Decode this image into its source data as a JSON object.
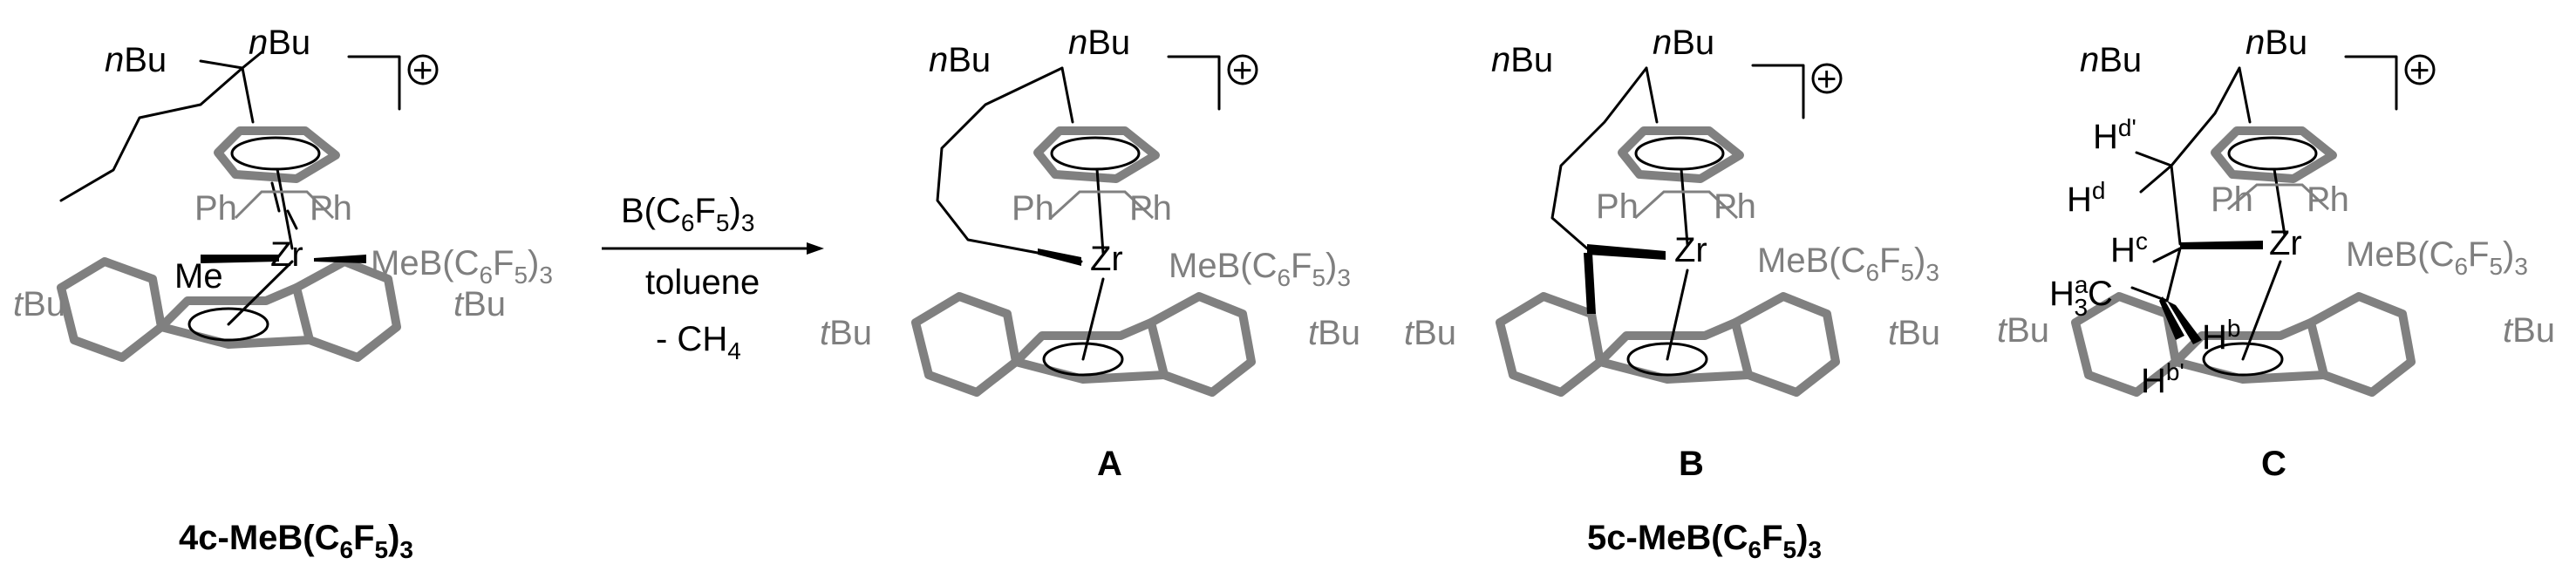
{
  "reagent": {
    "main": "B(C",
    "sub1": "6",
    "mid": "F",
    "sub2": "5",
    "end": ")",
    "sub3": "3"
  },
  "conditions": {
    "solvent": "toluene",
    "byproduct": "- CH",
    "byproduct_sub": "4"
  },
  "captions": {
    "start": {
      "main": "4c-MeB(C",
      "s1": "6",
      "mid": "F",
      "s2": "5",
      "end": ")",
      "s3": "3"
    },
    "A": "A",
    "B": "B",
    "C": "C",
    "product": {
      "main": "5c-MeB(C",
      "s1": "6",
      "mid": "F",
      "s2": "5",
      "end": ")",
      "s3": "3"
    }
  },
  "atoms": {
    "nBu_n": "n",
    "nBu_bu": "Bu",
    "tBu_t": "t",
    "tBu_bu": "Bu",
    "Zr": "Zr",
    "Ph": "Ph",
    "Me": "Me",
    "anion_main": "MeB(C",
    "anion_s1": "6",
    "anion_mid": "F",
    "anion_s2": "5",
    "anion_end": ")",
    "anion_s3": "3",
    "plus": "+"
  },
  "c_labels": {
    "H": "H",
    "d_prime": "d'",
    "d": "d",
    "c": "c",
    "a": "a",
    "three": "3",
    "C": "C",
    "b": "b",
    "b_prime": "b'"
  }
}
